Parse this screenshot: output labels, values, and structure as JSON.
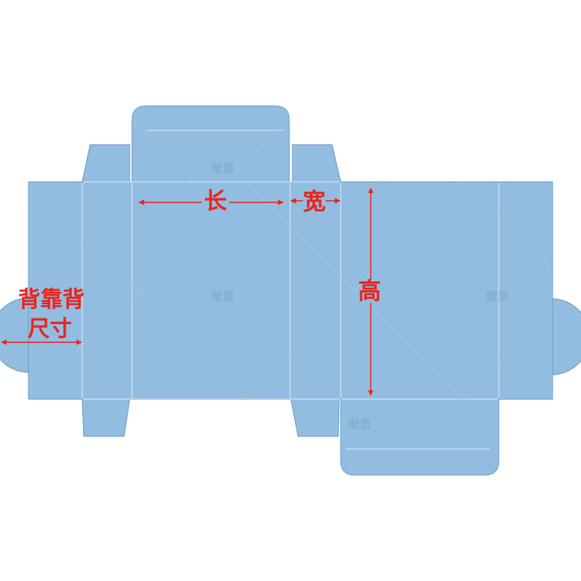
{
  "labels": {
    "length": "长",
    "width": "宽",
    "height": "高",
    "back_line1": "背靠背",
    "back_line2": "尺寸"
  },
  "watermark": "聚意",
  "colors": {
    "panel_fill": "#92bde0",
    "panel_stroke": "#6a9cc6",
    "crease_line": "#b6d4ec",
    "dimension": "#e8251f"
  }
}
